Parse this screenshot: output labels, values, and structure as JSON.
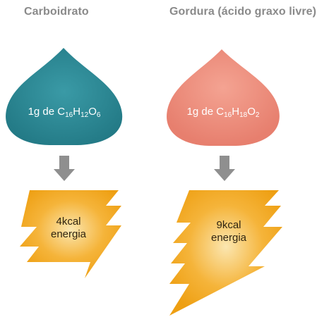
{
  "left": {
    "title": "Carboidrato",
    "formula": {
      "prefix": "1g de C",
      "s1": "16",
      "e2": "H",
      "s2": "12",
      "e3": "O",
      "s3": "6"
    },
    "energy_value": "4kcal",
    "energy_unit": "energia",
    "drop_color": "#2f8a96"
  },
  "right": {
    "title": "Gordura (ácido graxo livre)",
    "formula": {
      "prefix": "1g de C",
      "s1": "16",
      "e2": "H",
      "s2": "18",
      "e3": "O",
      "s3": "2"
    },
    "energy_value": "9kcal",
    "energy_unit": "energia",
    "drop_color": "#ea8a7a"
  },
  "colors": {
    "arrow": "#8f8f8f",
    "bolt": "#f2a81d",
    "title": "#8a8a8a"
  },
  "icons": {
    "arrow": "arrow-down-icon",
    "drop": "drop-icon",
    "bolt": "lightning-icon"
  }
}
